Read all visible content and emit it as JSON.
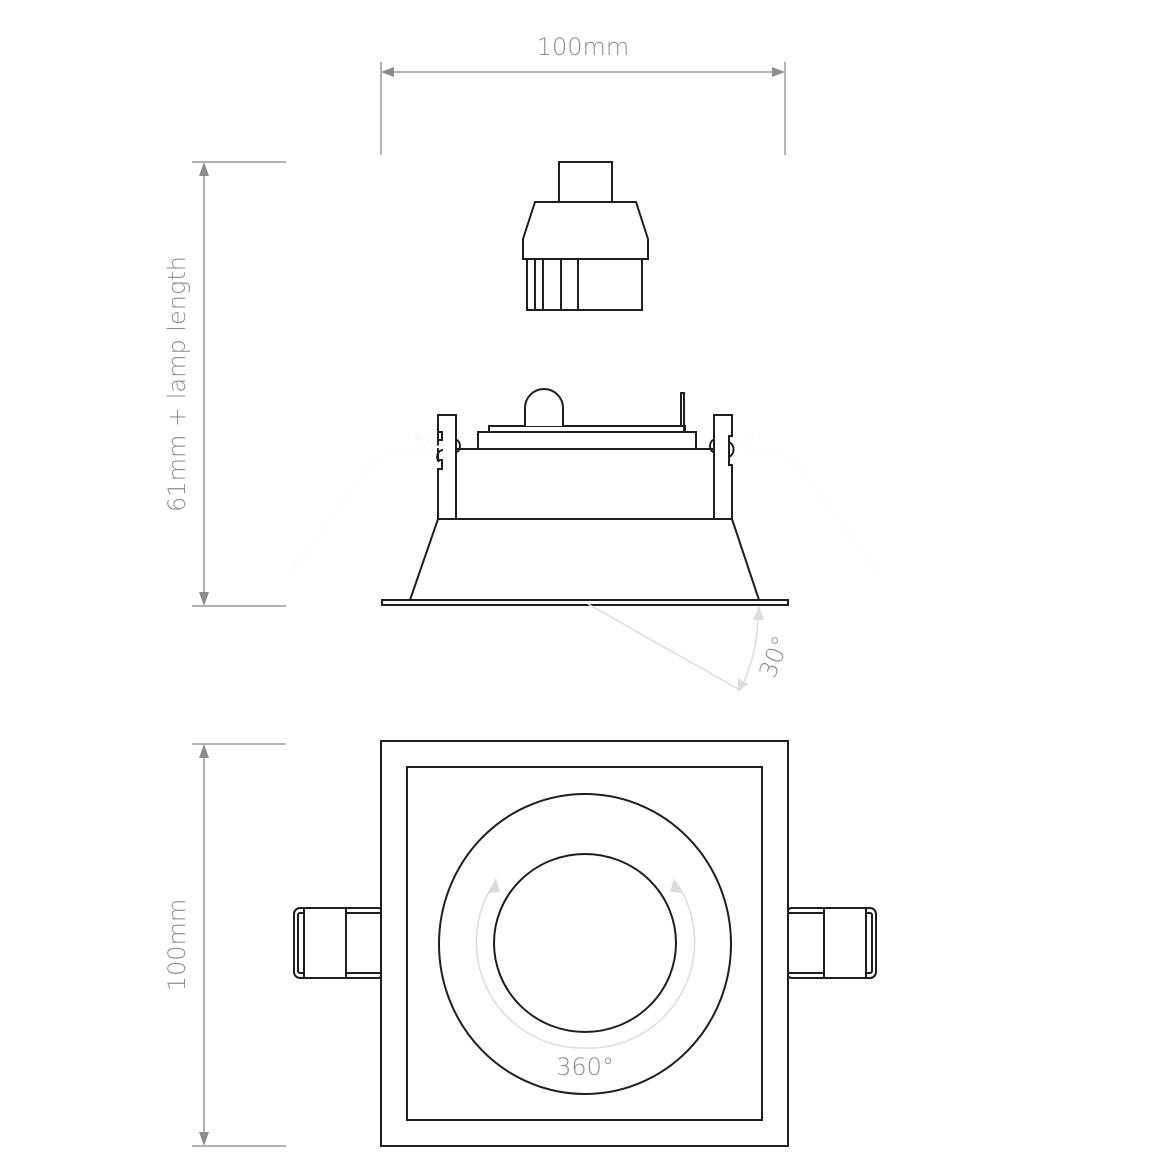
{
  "dimensions": {
    "top_width": "100mm",
    "side_height": "61mm + lamp length",
    "bottom_height": "100mm"
  },
  "annotations": {
    "tilt_angle": "30°",
    "rotation": "360°"
  },
  "colors": {
    "line": "#1e1e1e",
    "dimension": "#8c8c8c",
    "annotation_light": "#dcdcdc",
    "background": "#ffffff"
  },
  "views": [
    {
      "name": "lamp-connector",
      "label": ""
    },
    {
      "name": "side-elevation",
      "label": ""
    },
    {
      "name": "plan-view",
      "label": ""
    }
  ]
}
